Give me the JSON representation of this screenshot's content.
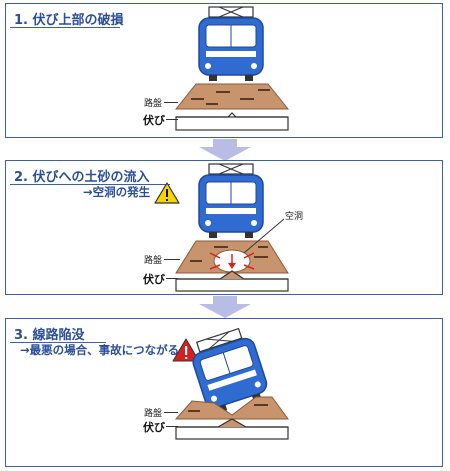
{
  "panels": [
    {
      "title": "1. 伏び上部の破損",
      "labels": {
        "roadbed": "路盤",
        "sleeper": "伏び"
      }
    },
    {
      "title": "2. 伏びへの土砂の流入",
      "subtitle": "→空洞の発生",
      "labels": {
        "roadbed": "路盤",
        "sleeper": "伏び",
        "cavity": "空洞"
      }
    },
    {
      "title": "3. 線路陥没",
      "subtitle": "→最悪の場合、事故につながる",
      "labels": {
        "roadbed": "路盤",
        "sleeper": "伏び"
      }
    }
  ],
  "colors": {
    "frame": "#3a5fa8",
    "train": "#2f6bd0",
    "arrow": "#b9bde6",
    "soil": "#c8946e",
    "warning_yellow": "#f5d400",
    "warning_red": "#d62020"
  }
}
